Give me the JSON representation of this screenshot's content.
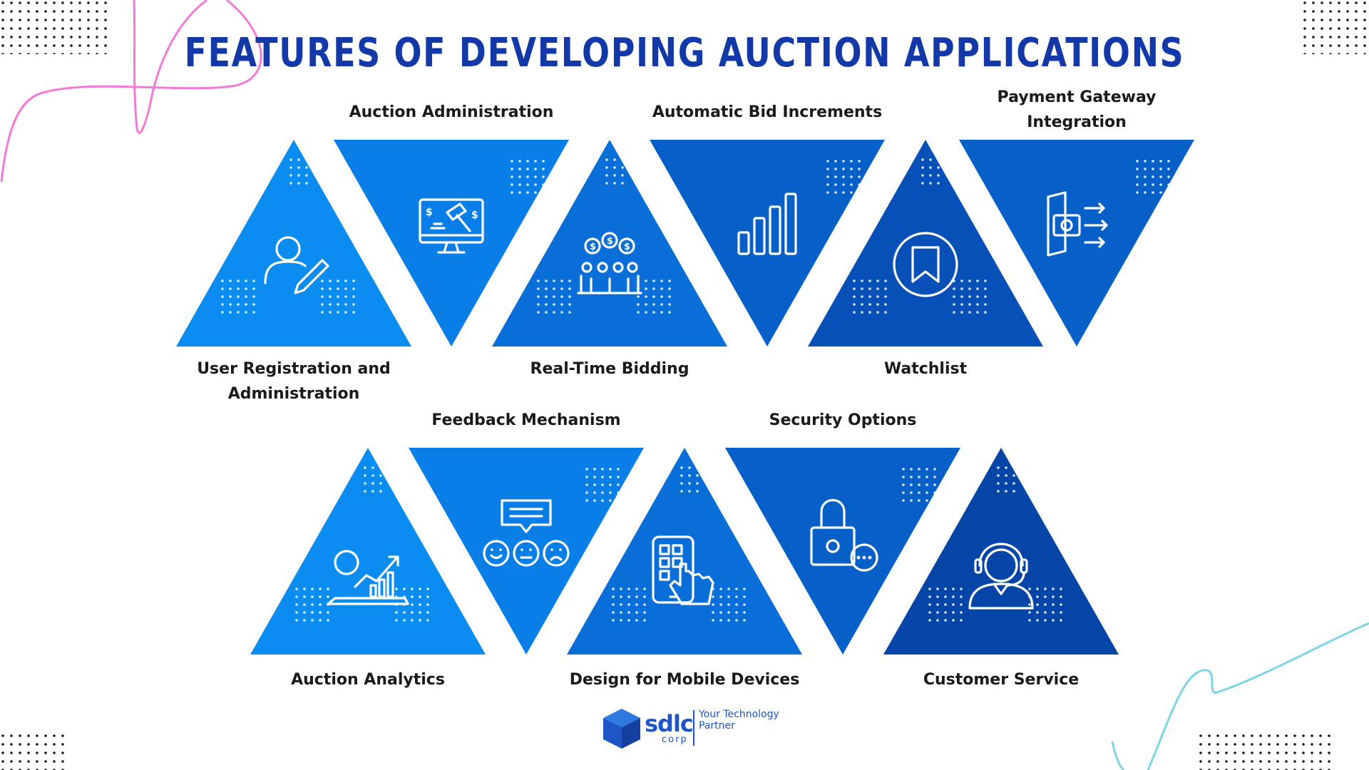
{
  "title": "FEATURES OF DEVELOPING AUCTION APPLICATIONS",
  "colors": {
    "title": "#1338a8",
    "shades": [
      "#0a8cf0",
      "#087ee6",
      "#0a6ed8",
      "#075fc8",
      "#0650b8",
      "#0545a8"
    ],
    "pink_curve": "#f07ad6",
    "cyan_curve": "#7cd4e6"
  },
  "features": [
    {
      "label": "User Registration and Administration",
      "icon": "user-edit-icon"
    },
    {
      "label": "Auction Administration",
      "icon": "auction-monitor-icon"
    },
    {
      "label": "Real-Time Bidding",
      "icon": "bidders-icon"
    },
    {
      "label": "Automatic Bid Increments",
      "icon": "bar-chart-icon"
    },
    {
      "label": "Watchlist",
      "icon": "bookmark-icon"
    },
    {
      "label": "Payment Gateway Integration",
      "icon": "payment-card-icon"
    },
    {
      "label": "Auction Analytics",
      "icon": "analytics-icon"
    },
    {
      "label": "Feedback Mechanism",
      "icon": "feedback-icon"
    },
    {
      "label": "Design for Mobile Devices",
      "icon": "mobile-touch-icon"
    },
    {
      "label": "Security Options",
      "icon": "padlock-icon"
    },
    {
      "label": "Customer Service",
      "icon": "headset-agent-icon"
    }
  ],
  "logo": {
    "wordmark": "sdlc",
    "sub": "corp",
    "tagline": "Your Technology Partner"
  }
}
